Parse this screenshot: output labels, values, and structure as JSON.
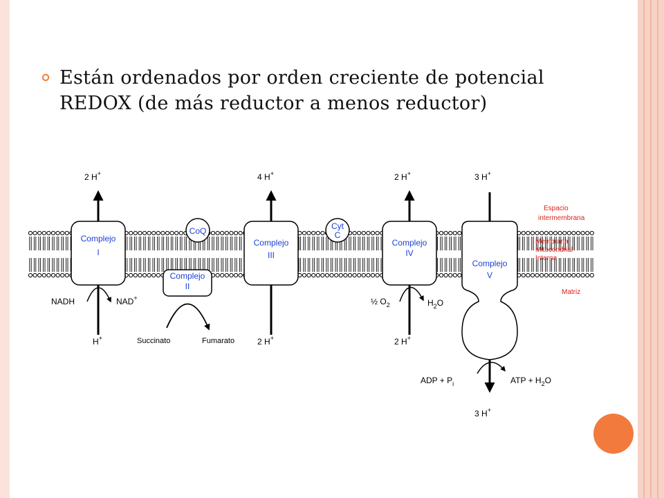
{
  "slide": {
    "bullet_text": "Están ordenados por orden creciente de potencial REDOX (de más reductor a menos reductor)"
  },
  "diagram": {
    "complexes": [
      {
        "name": "Complejo",
        "roman": "I"
      },
      {
        "name": "Complejo",
        "roman": "II"
      },
      {
        "name": "Complejo",
        "roman": "III"
      },
      {
        "name": "Complejo",
        "roman": "IV"
      },
      {
        "name": "Complejo",
        "roman": "V"
      }
    ],
    "carriers": {
      "coq": "CoQ",
      "cyt_line1": "Cyt",
      "cyt_line2": "C"
    },
    "top_protons": {
      "c1": "2 H",
      "c3": "4 H",
      "c4": "2 H",
      "c5": "3 H"
    },
    "bottom_protons": {
      "c1": "H",
      "c3": "2 H",
      "c4": "2 H",
      "c5": "3 H"
    },
    "complex1": {
      "left": "NADH",
      "right": "NAD"
    },
    "complex2": {
      "left": "Succinato",
      "right": "Fumarato"
    },
    "complex4": {
      "left_a": "½ O",
      "left_sub": "2",
      "right_a": "H",
      "right_sub": "2",
      "right_b": "O"
    },
    "complex5": {
      "adp": "ADP  +  P",
      "adp_sub": "i",
      "atp": "ATP  +  H",
      "atp_sub": "2",
      "atp_b": "O"
    },
    "legend": {
      "space_1": "Espacio",
      "space_2": "intermembrana",
      "mem_1": "Membrana",
      "mem_2": "Mitocondrial",
      "mem_3": "Interna",
      "matrix": "Matriz"
    }
  },
  "colors": {
    "accent_orange": "#f27a3c",
    "frame": "#f7d3c6",
    "label_red": "#e0201a",
    "label_blue": "#1a3fd6"
  }
}
